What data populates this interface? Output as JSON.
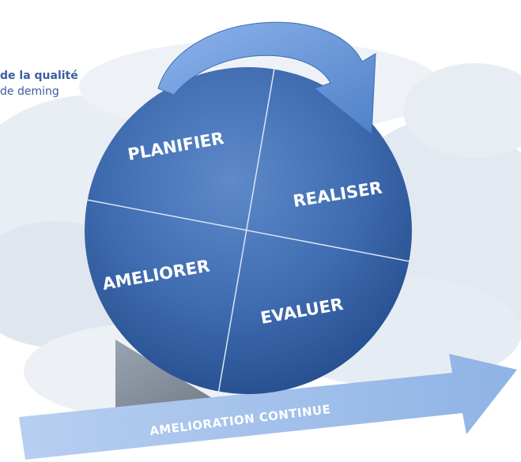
{
  "heading": {
    "line1": "de la qualité",
    "line2": "de deming"
  },
  "wheel": {
    "quadrants": {
      "top_left": "PLANIFIER",
      "top_right": "REALISER",
      "bottom_left": "AMELIORER",
      "bottom_right": "EVALUER"
    },
    "colors": {
      "sphere_dark": "#27518f",
      "sphere_light": "#5c88c9",
      "arrow": "#7aa4e0"
    }
  },
  "base_arrow": {
    "label": "AMELIORATION CONTINUE",
    "color": "#9fbfe8"
  },
  "wedge": {
    "color": "#8a93a0"
  }
}
